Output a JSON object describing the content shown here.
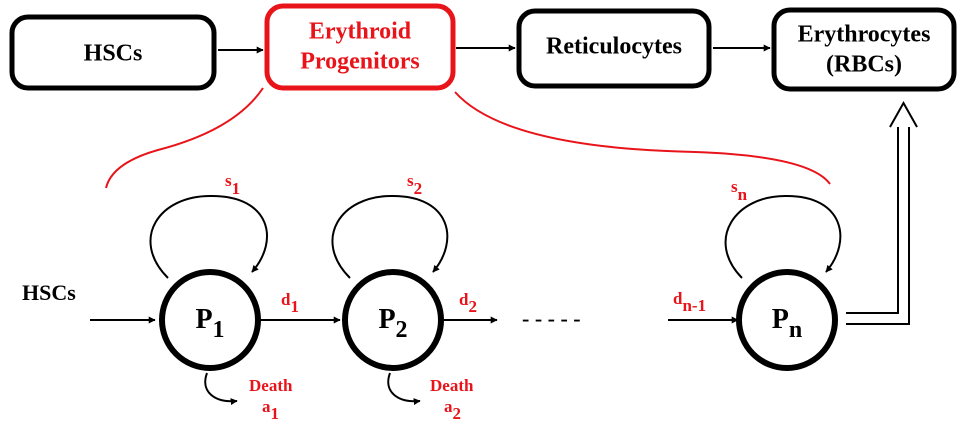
{
  "colors": {
    "accent": "#e8141a",
    "ink": "#000000",
    "background": "#ffffff"
  },
  "top_row": {
    "hscs": "HSCs",
    "progenitors_line1": "Erythroid",
    "progenitors_line2": "Progenitors",
    "reticulocytes": "Reticulocytes",
    "erythrocytes_line1": "Erythrocytes",
    "erythrocytes_line2": "(RBCs)"
  },
  "bottom_row": {
    "input_label": "HSCs",
    "dashes": "- - - - -",
    "nodes": [
      {
        "letter": "P",
        "sub": "1",
        "self_letter": "s",
        "self_sub": "1",
        "death_word": "Death",
        "death_letter": "a",
        "death_sub": "1"
      },
      {
        "letter": "P",
        "sub": "2",
        "self_letter": "s",
        "self_sub": "2",
        "death_word": "Death",
        "death_letter": "a",
        "death_sub": "2"
      },
      {
        "letter": "P",
        "sub": "n",
        "self_letter": "s",
        "self_sub": "n"
      }
    ],
    "transitions": [
      {
        "letter": "d",
        "sub": "1"
      },
      {
        "letter": "d",
        "sub": "2"
      },
      {
        "letter": "d",
        "sub": "n-1"
      }
    ]
  }
}
